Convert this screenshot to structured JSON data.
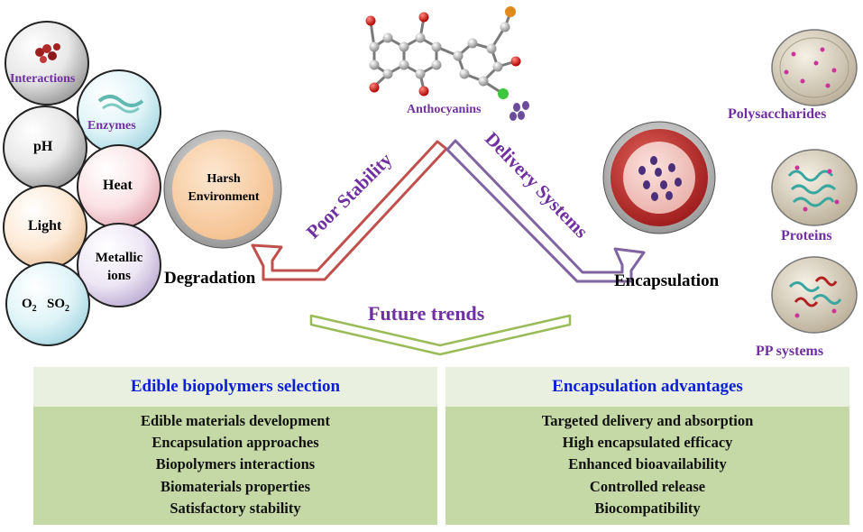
{
  "center": {
    "molecule_label": "Anthocyanins",
    "left_arrow_label": "Poor Stability",
    "right_arrow_label": "Delivery Systems",
    "bottom_arrow_label": "Future trends"
  },
  "left": {
    "factors": [
      "Interactions",
      "Enzymes",
      "pH",
      "Heat",
      "Light",
      "Metallic ions",
      "O2",
      "SO2"
    ],
    "harsh_environment": "Harsh Environment",
    "degradation": "Degradation"
  },
  "right": {
    "encapsulation": "Encapsulation",
    "carriers": [
      "Polysaccharides",
      "Proteins",
      "PP systems"
    ]
  },
  "panels": {
    "left": {
      "title": "Edible biopolymers selection",
      "items": [
        "Edible materials development",
        "Encapsulation approaches",
        "Biopolymers interactions",
        "Biomaterials properties",
        "Satisfactory stability"
      ]
    },
    "right": {
      "title": "Encapsulation advantages",
      "items": [
        "Targeted delivery and absorption",
        "High encapsulated efficacy",
        "Enhanced bioavailability",
        "Controlled release",
        "Biocompatibility"
      ]
    }
  },
  "colors": {
    "stability_arrow": "#c0504d",
    "delivery_arrow": "#8064a2",
    "future_arrow": "#9bbb59",
    "label_purple": "#7030a0",
    "panel_title_blue": "#0b1fd6",
    "panel_head_bg": "#e9f0df",
    "panel_body_bg": "#c5d9a6"
  }
}
